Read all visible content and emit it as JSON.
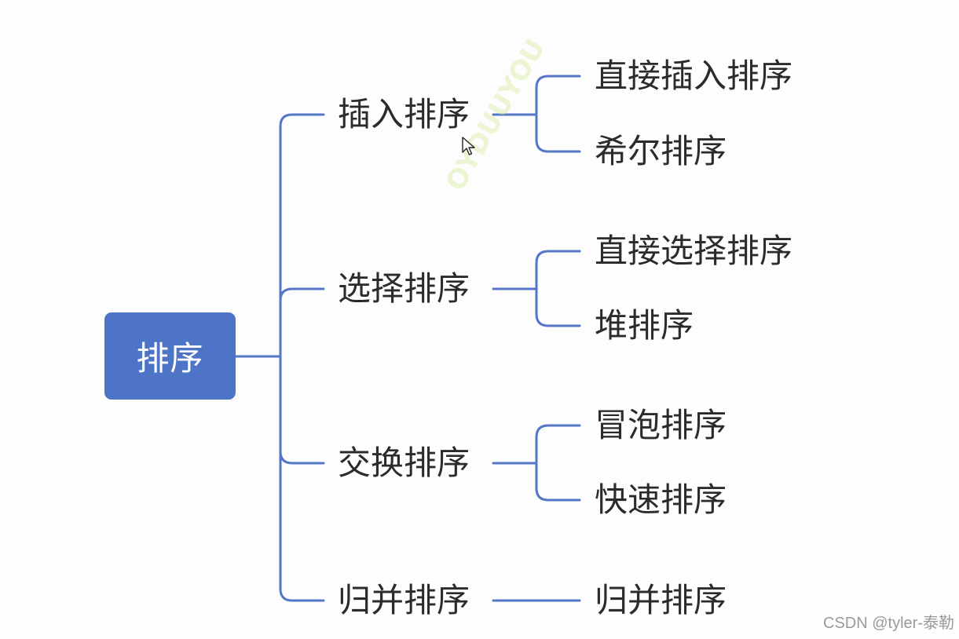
{
  "diagram": {
    "root": {
      "label": "排序"
    },
    "categories": [
      {
        "label": "插入排序",
        "children": [
          "直接插入排序",
          "希尔排序"
        ]
      },
      {
        "label": "选择排序",
        "children": [
          "直接选择排序",
          "堆排序"
        ]
      },
      {
        "label": "交换排序",
        "children": [
          "冒泡排序",
          "快速排序"
        ]
      },
      {
        "label": "归并排序",
        "children": [
          "归并排序"
        ]
      }
    ],
    "colors": {
      "root_fill": "#4e74c8",
      "connector": "#5577c6",
      "node_text": "#2b2b2b"
    }
  },
  "watermark": {
    "credit": "CSDN @tyler-泰勒"
  },
  "icons": {
    "cursor": "arrow-cursor-icon"
  }
}
